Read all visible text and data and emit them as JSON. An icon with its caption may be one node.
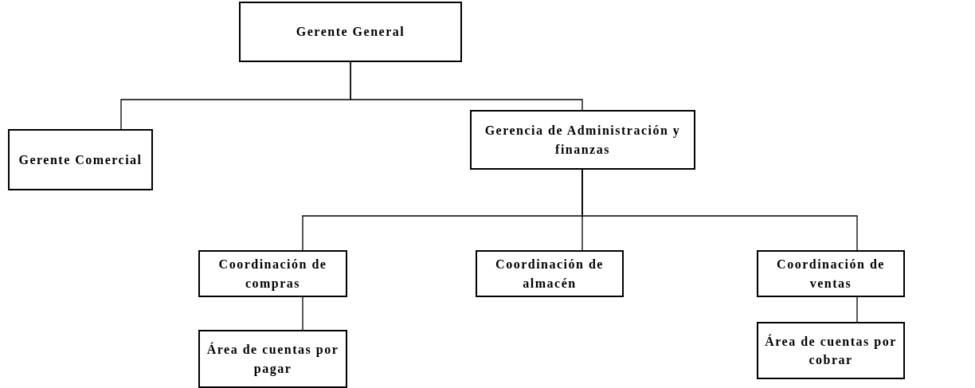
{
  "diagram": {
    "nodes": [
      {
        "text": [
          "Gerente General"
        ]
      },
      {
        "text": [
          "Gerente Comercial"
        ]
      },
      {
        "text": [
          "Gerencia de Administración y finanzas"
        ]
      },
      {
        "text": [
          "Coordinación de compras"
        ]
      },
      {
        "text": [
          "Coordinación de almacén"
        ]
      },
      {
        "text": [
          "Coordinación de ventas"
        ]
      },
      {
        "text": [
          "Área de cuentas por pagar"
        ]
      },
      {
        "text": [
          "Área de cuentas por cobrar"
        ]
      }
    ],
    "edges": [
      {
        "from": 0,
        "to": 1,
        "arrow": "none"
      },
      {
        "from": 0,
        "to": 2,
        "arrow": "none"
      },
      {
        "from": 2,
        "to": 3,
        "arrow": "none"
      },
      {
        "from": 2,
        "to": 4,
        "arrow": "none"
      },
      {
        "from": 2,
        "to": 5,
        "arrow": "none"
      },
      {
        "from": 3,
        "to": 6,
        "arrow": "none"
      },
      {
        "from": 5,
        "to": 7,
        "arrow": "none"
      }
    ]
  }
}
